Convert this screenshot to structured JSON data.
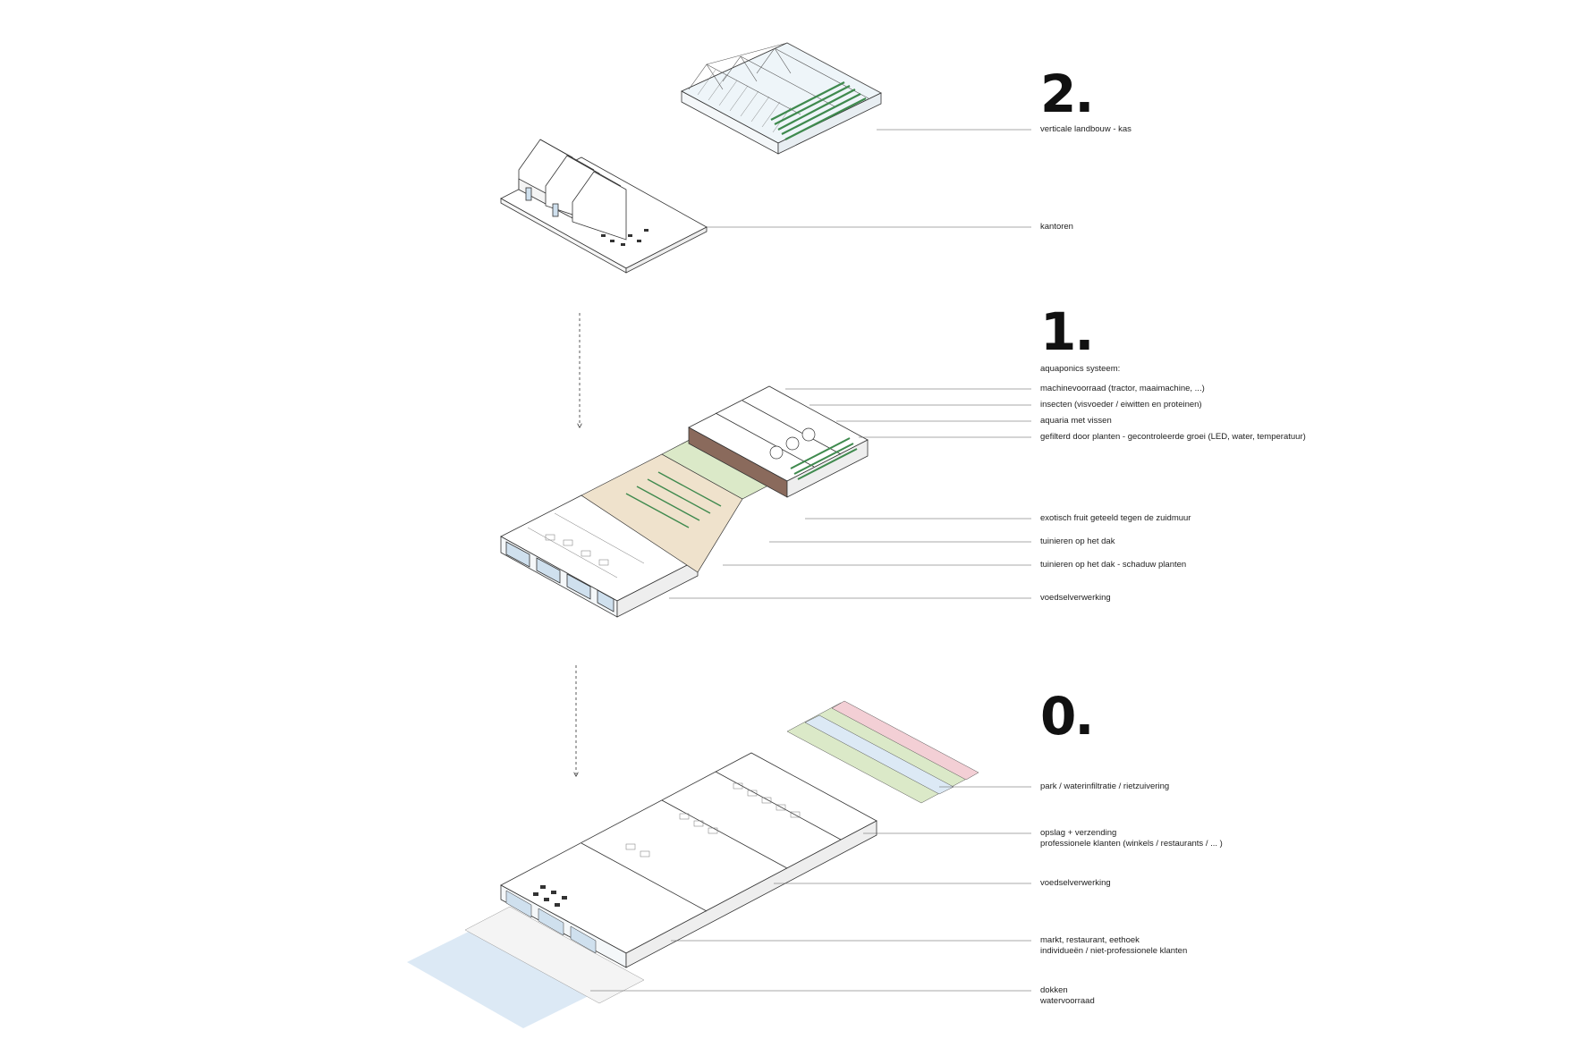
{
  "floors": [
    {
      "number": "2.",
      "labels": [
        {
          "lines": [
            "verticale landbouw - kas"
          ]
        },
        {
          "lines": [
            "kantoren"
          ]
        }
      ]
    },
    {
      "number": "1.",
      "labels": [
        {
          "lines": [
            "aquaponics systeem:"
          ]
        },
        {
          "lines": [
            "machinevoorraad (tractor, maaimachine, ...)"
          ]
        },
        {
          "lines": [
            "insecten (visvoeder / eiwitten en proteinen)"
          ]
        },
        {
          "lines": [
            "aquaria met vissen"
          ]
        },
        {
          "lines": [
            "gefilterd door planten - gecontroleerde groei (LED, water, temperatuur)"
          ]
        },
        {
          "lines": [
            "exotisch fruit geteeld tegen de zuidmuur"
          ]
        },
        {
          "lines": [
            "tuinieren op het dak"
          ]
        },
        {
          "lines": [
            "tuinieren op het dak - schaduw planten"
          ]
        },
        {
          "lines": [
            "voedselverwerking"
          ]
        }
      ]
    },
    {
      "number": "0.",
      "labels": [
        {
          "lines": [
            "park / waterinfiltratie / rietzuivering"
          ]
        },
        {
          "lines": [
            "opslag + verzending",
            "professionele klanten (winkels / restaurants / ... )"
          ]
        },
        {
          "lines": [
            "voedselverwerking"
          ]
        },
        {
          "lines": [
            "markt, restaurant, eethoek",
            "individueën / niet-professionele klanten"
          ]
        },
        {
          "lines": [
            "dokken",
            "watervoorraad"
          ]
        }
      ]
    }
  ],
  "colors": {
    "line": "#333333",
    "leader": "#555555",
    "plant_green": "#3f8a4e",
    "garden_green": "#dbe9c8",
    "garden_beige": "#efe2cc",
    "brick": "#8a6a5c",
    "glass": "#cfe0ee",
    "water": "#dce9f5",
    "park_pink": "#f3cfd5"
  }
}
